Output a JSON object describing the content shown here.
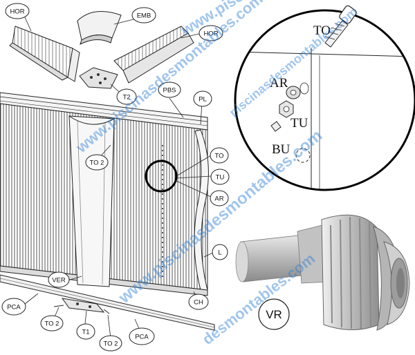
{
  "labels": {
    "hor_left": "HOR",
    "emb": "EMB",
    "hor_right": "HOR",
    "t2": "T2",
    "pbs": "PBS",
    "pl": "PL",
    "to2_vertical": "TO 2",
    "to": "TO",
    "tu": "TU",
    "ar": "AR",
    "l": "L",
    "ver": "VER",
    "ch": "CH",
    "pca_left": "PCA",
    "pca_right": "PCA",
    "to2_bottom_left": "TO 2",
    "t1": "T1",
    "to2_bottom_right": "TO 2"
  },
  "detail_labels": {
    "to": "TO",
    "ar": "AR",
    "tu": "TU",
    "bu": "BU"
  },
  "vr_label": "VR",
  "watermarks": [
    "www.piscinasdesm",
    "www.piscinasdesmontables.com",
    "www.piscinasdesmontables.com",
    "piscinasdesmontables.com",
    "desmontables.com"
  ],
  "colors": {
    "line": "#1a1a1a",
    "watermark": "#2f7fd6",
    "fitting": "#c9c9c9"
  }
}
